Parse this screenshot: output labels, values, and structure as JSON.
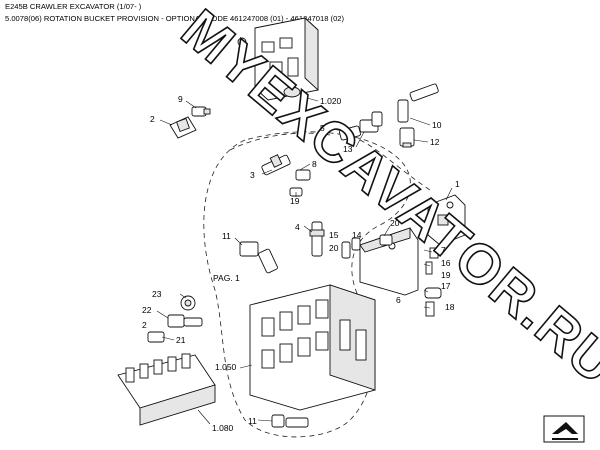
{
  "header": {
    "title": "E245B CRAWLER EXCAVATOR (1/07- )",
    "subtitle": "5.0078(06) ROTATION BUCKET PROVISION - OPTIONAL CODE 461247008 (01) - 461247018 (02)"
  },
  "watermark": {
    "text": "MYEXCAVATOR.RU"
  },
  "callouts": {
    "c1": "1",
    "c2": "2",
    "c2b": "2",
    "c3": "3",
    "c4": "4",
    "c5": "5",
    "c6": "6",
    "c7": "7",
    "c8": "8",
    "c9": "9",
    "c10": "10",
    "c11": "11",
    "c11b": "11",
    "c12": "12",
    "c13": "13",
    "c14": "14",
    "c15": "15",
    "c16": "16",
    "c17": "17",
    "c18": "18",
    "c19": "19",
    "c19b": "19",
    "c20": "20",
    "c20b": "20",
    "c21": "21",
    "c22": "22",
    "c23": "23",
    "c1020": "1.020",
    "c1050": "1.050",
    "c1080": "1.080",
    "pag1": "PAG. 1"
  },
  "icons": {
    "nav": "next-page-arrow-icon"
  }
}
